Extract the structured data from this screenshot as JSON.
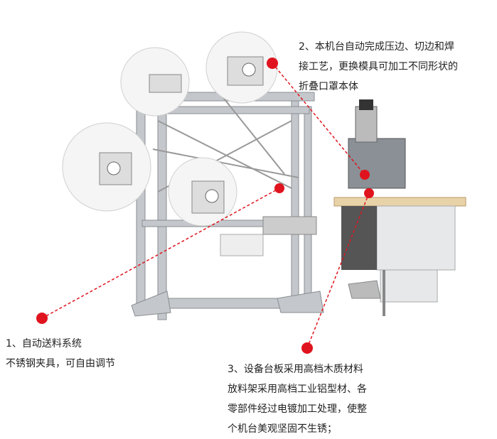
{
  "annotations": {
    "feed": {
      "lines": [
        "1、自动送料系统",
        "不锈钢夹具，可自由调节"
      ]
    },
    "welding": {
      "lines": [
        "2、本机台自动完成压边、切边和焊",
        "接工艺，更换模具可加工不同形状的",
        "折叠口罩本体"
      ]
    },
    "materials": {
      "lines": [
        "3、设备台板采用高档木质材料",
        "放料架采用高档工业铝型材、各",
        "零部件经过电镀加工处理，使整",
        "个机台美观坚固不生锈；"
      ]
    }
  },
  "colors": {
    "marker": "#e0141e",
    "frame": "#b8bcc0",
    "table": "#e8d2a8",
    "roll": "#f4f4f4"
  }
}
